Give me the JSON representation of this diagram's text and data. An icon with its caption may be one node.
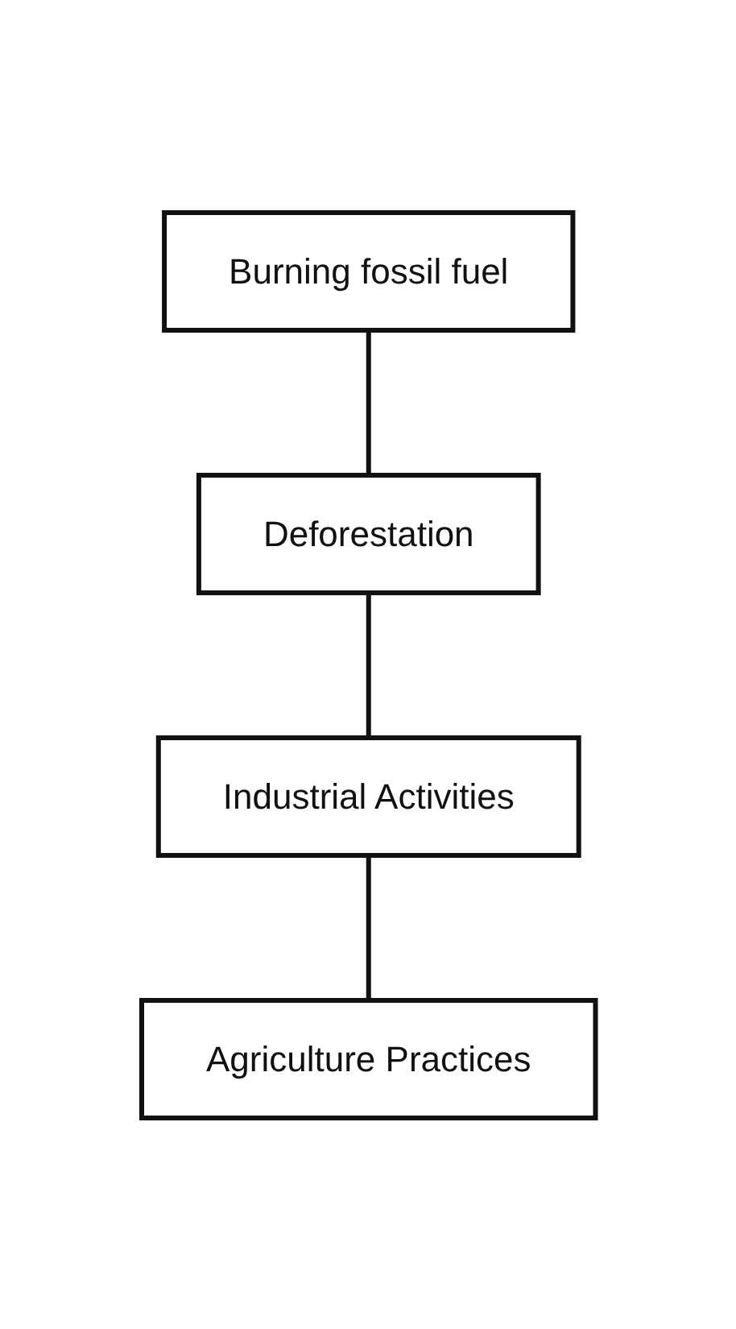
{
  "diagram": {
    "nodes": [
      {
        "text": [
          "Burning fossil fuel"
        ]
      },
      {
        "text": [
          "Deforestation"
        ]
      },
      {
        "text": [
          "Industrial Activities"
        ]
      },
      {
        "text": [
          "Agriculture Practices"
        ]
      }
    ],
    "edges": [
      {
        "from": 0,
        "to": 1,
        "arrow": "none"
      },
      {
        "from": 1,
        "to": 2,
        "arrow": "none"
      },
      {
        "from": 2,
        "to": 3,
        "arrow": "none"
      }
    ]
  }
}
